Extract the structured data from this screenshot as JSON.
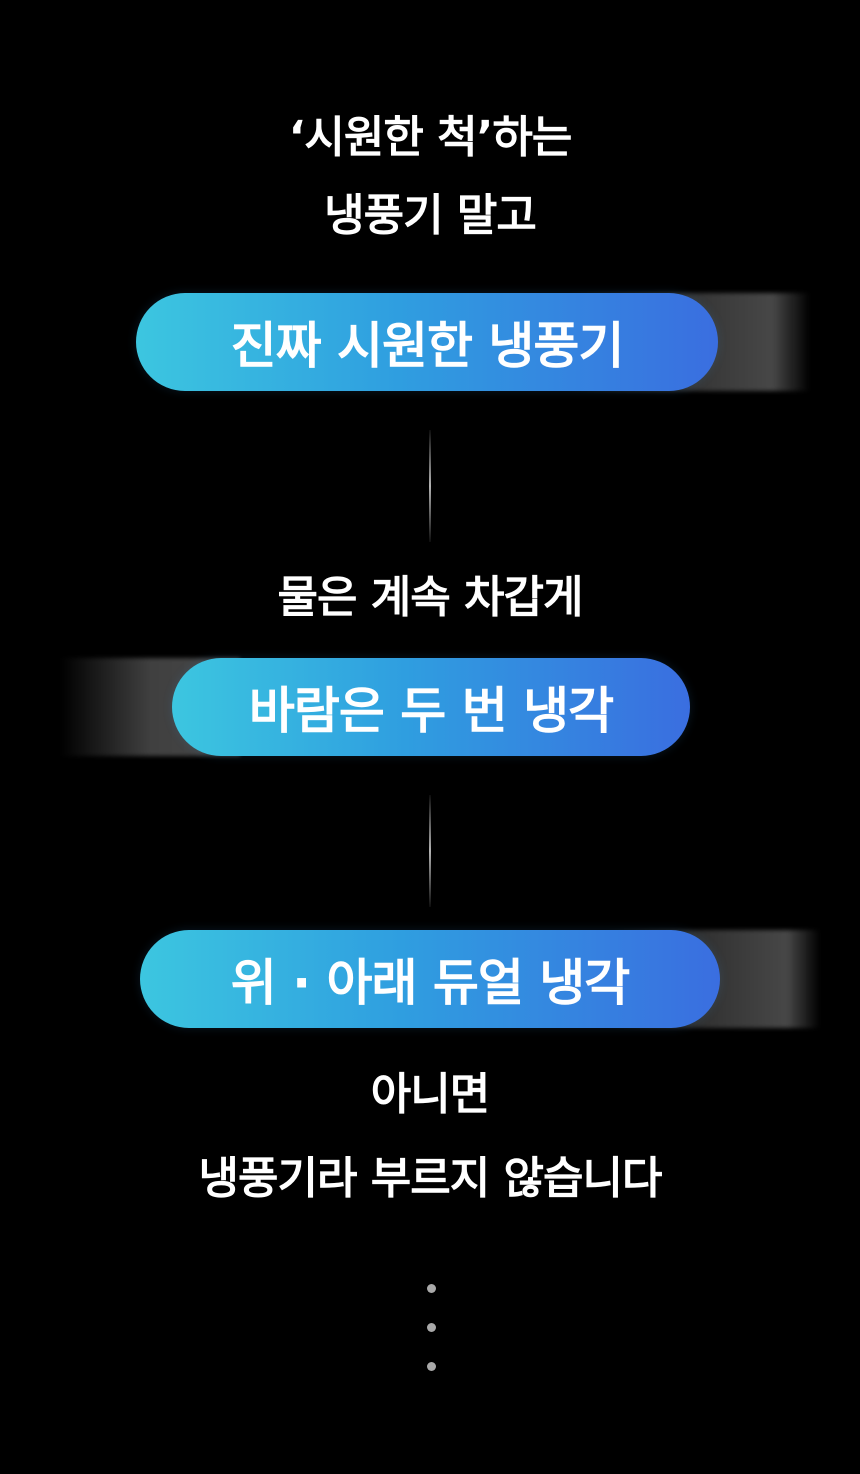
{
  "intro": {
    "line1": "‘시원한 척’하는",
    "line2": "냉풍기 말고"
  },
  "pill1": {
    "label": "진짜 시원한 냉풍기"
  },
  "middle": {
    "line1": "물은 계속 차갑게"
  },
  "pill2": {
    "label": "바람은 두 번 냉각"
  },
  "pill3": {
    "label": "위 · 아래 듀얼 냉각"
  },
  "outro": {
    "line1": "아니면",
    "line2": "냉풍기라 부르지 않습니다"
  },
  "colors": {
    "background": "#000000",
    "pill_gradient_start": "#3cc6e0",
    "pill_gradient_end": "#3a6ee0",
    "text": "#ffffff",
    "dot": "#a9a9a9"
  }
}
